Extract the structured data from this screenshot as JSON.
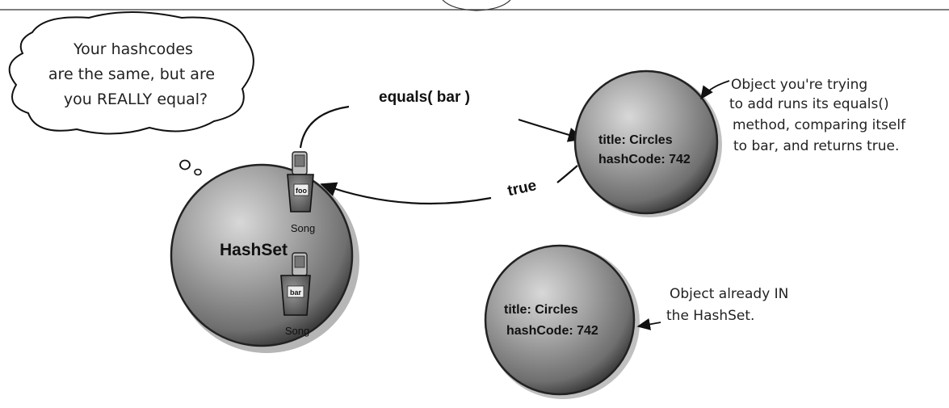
{
  "thought_bubble": {
    "lines": [
      "Your hashcodes",
      "are the same, but are",
      "you REALLY equal?"
    ]
  },
  "hashset": {
    "label": "HashSet",
    "items": [
      {
        "tag": "foo",
        "caption": "Song"
      },
      {
        "tag": "bar",
        "caption": "Song"
      }
    ]
  },
  "call_label": "equals( bar )",
  "return_label": "true",
  "new_object": {
    "line1": "title: Circles",
    "line2": "hashCode: 742",
    "note": [
      "Object you're trying",
      "to add runs its equals()",
      "method, comparing itself",
      "to bar, and returns true."
    ]
  },
  "existing_object": {
    "line1": "title: Circles",
    "line2": "hashCode: 742",
    "note": [
      "Object already IN",
      "the HashSet."
    ]
  },
  "colors": {
    "sphere": "#8f8f8f",
    "sphere_highlight": "#d4d4d4",
    "sphere_shadow": "#3a3a3a",
    "ink": "#111111",
    "background": "#ffffff"
  }
}
